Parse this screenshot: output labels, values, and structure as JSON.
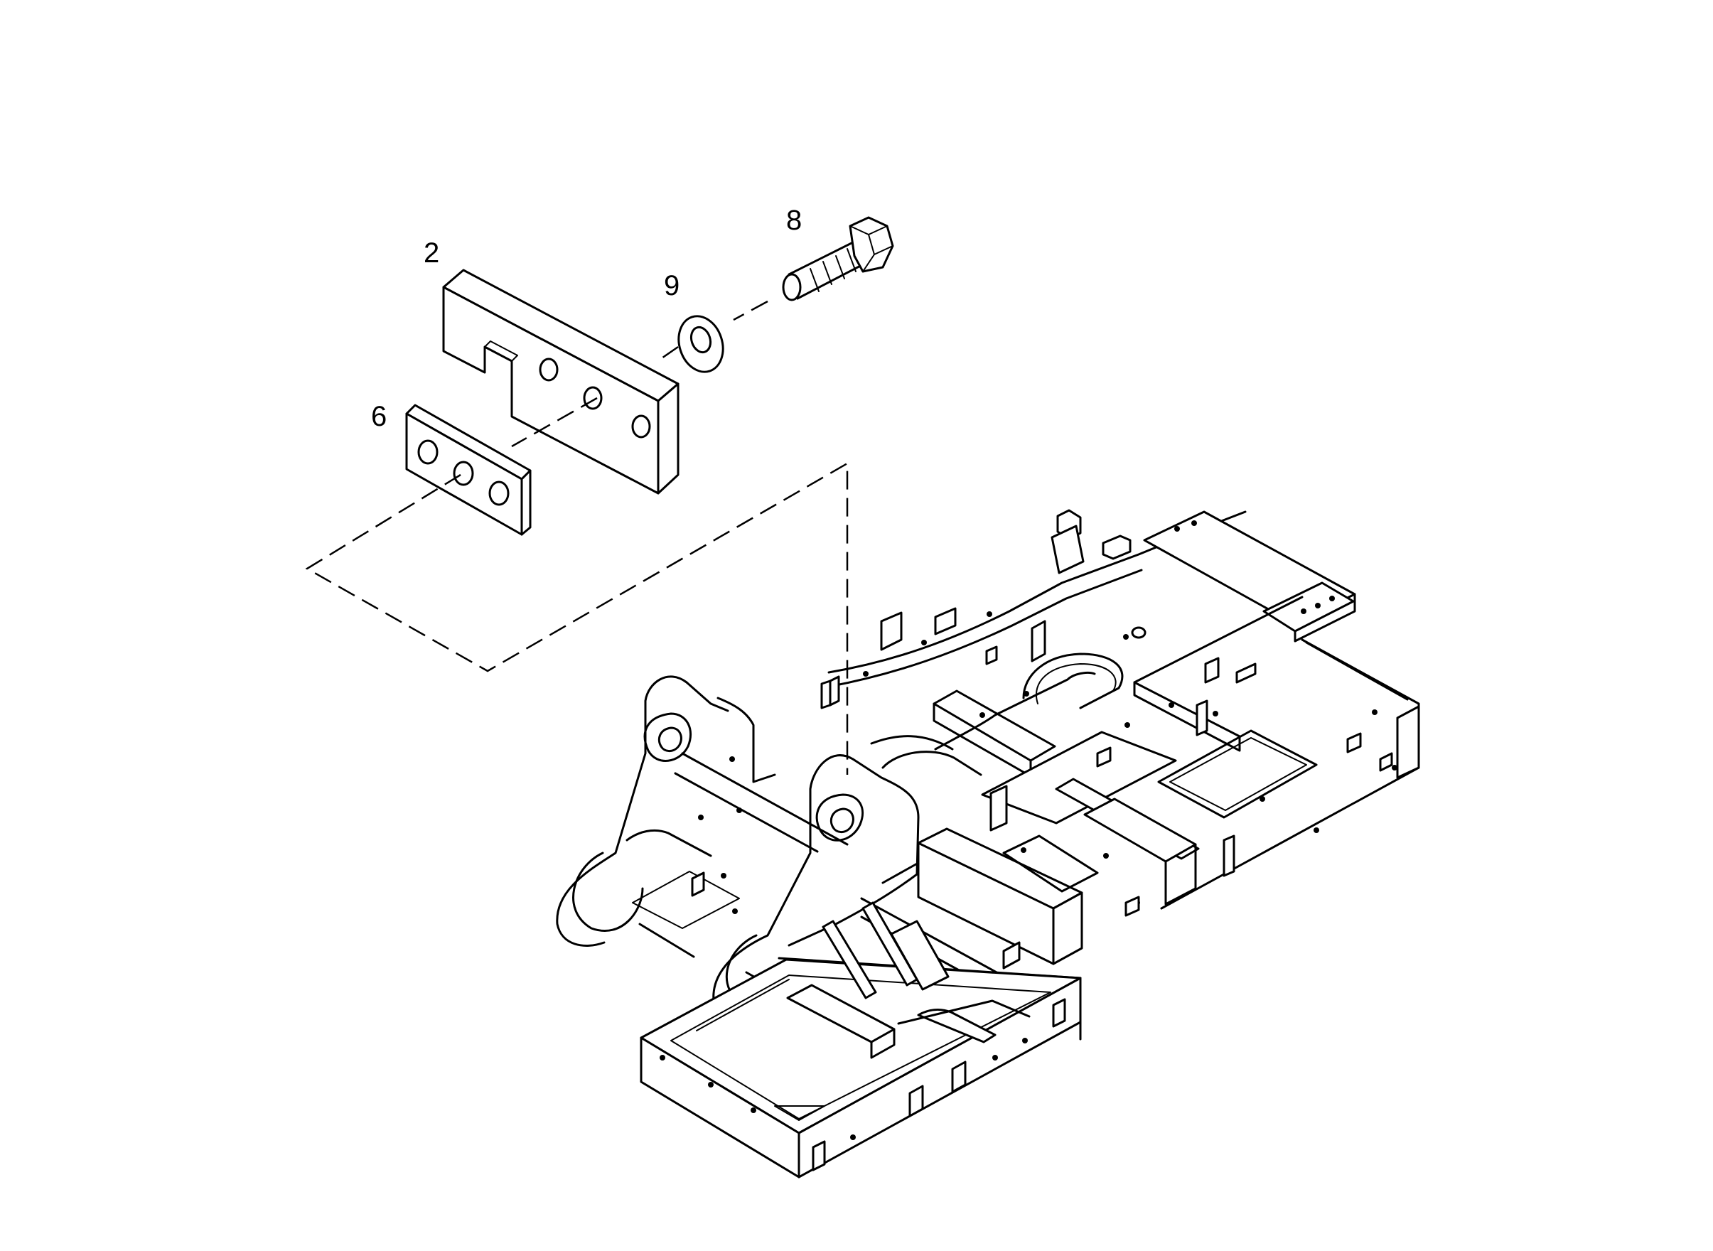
{
  "callouts": [
    {
      "id": "2",
      "label": "2"
    },
    {
      "id": "6",
      "label": "6"
    },
    {
      "id": "8",
      "label": "8"
    },
    {
      "id": "9",
      "label": "9"
    }
  ],
  "colors": {
    "line": "#000000",
    "background": "#ffffff"
  }
}
